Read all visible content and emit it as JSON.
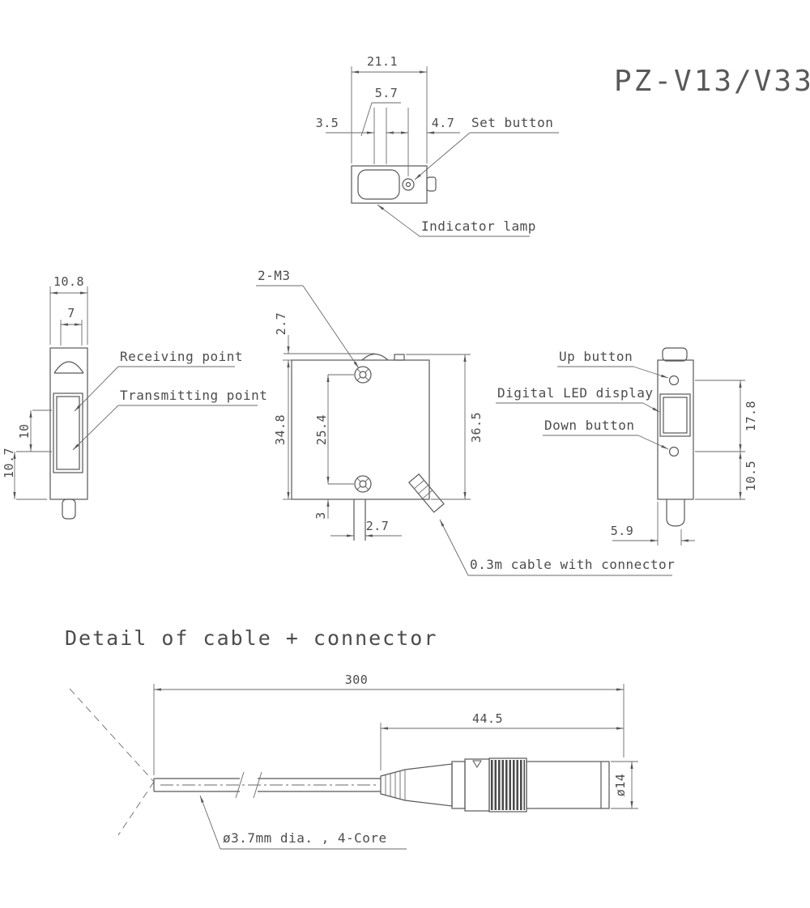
{
  "title": "PZ-V13/V33",
  "top_view": {
    "dim_width": "21.1",
    "dim_button_offset": "5.7",
    "dim_left_offset": "3.5",
    "dim_right_offset": "4.7",
    "set_button_label": "Set button",
    "indicator_lamp_label": "Indicator lamp"
  },
  "side_view": {
    "dim_depth": "10.8",
    "dim_lens_width": "7",
    "dim_point_gap": "10",
    "dim_bottom": "10.7",
    "receiving_label": "Receiving point",
    "transmitting_label": "Transmitting point"
  },
  "front_view": {
    "screw_label": "2-M3",
    "dim_top": "2.7",
    "dim_height": "34.8",
    "dim_screw_pitch": "25.4",
    "dim_total_height": "36.5",
    "dim_bottom_offset": "3",
    "dim_cable_offset": "2.7",
    "cable_label": "0.3m cable with connector"
  },
  "rear_view": {
    "up_button_label": "Up button",
    "led_label": "Digital LED display",
    "down_button_label": "Down button",
    "dim_button_span": "17.8",
    "dim_bottom": "10.5",
    "dim_cable": "5.9"
  },
  "detail_view": {
    "title": "Detail of cable + connector",
    "dim_cable_length": "300",
    "dim_connector_length": "44.5",
    "dim_connector_dia": "ø14",
    "cable_spec_label": "ø3.7mm dia. , 4-Core"
  }
}
